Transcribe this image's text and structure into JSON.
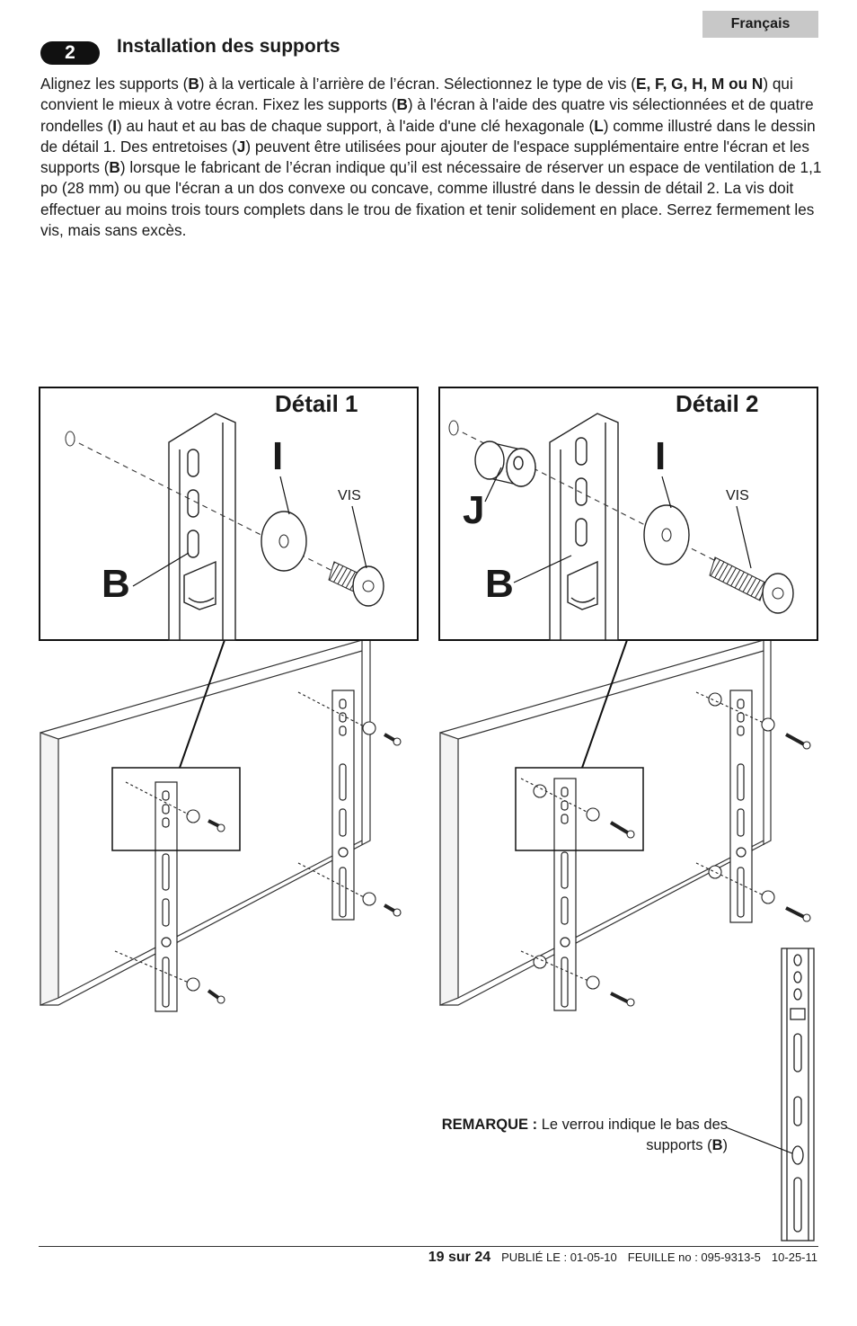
{
  "header": {
    "language": "Français",
    "step_number": "2",
    "section_title": "Installation des supports"
  },
  "body": {
    "p1": "Alignez les supports (",
    "b1": "B",
    "p2": ") à la verticale à l’arrière de l’écran. Sélectionnez le type de vis (",
    "b2": "E, F, G, H, M ou N",
    "p3": ") qui convient le mieux à votre écran.  Fixez les supports (",
    "b3": "B",
    "p4": ") à l'écran à l'aide des quatre vis sélectionnées et de quatre rondelles (",
    "b4": "I",
    "p5": ") au haut et au bas de chaque support, à l'aide d'une clé hexagonale (",
    "b5": "L",
    "p6": ") comme illustré dans le dessin de détail 1. Des entretoises (",
    "b6": "J",
    "p7": ") peuvent être utilisées pour ajouter de l'espace supplémentaire entre l'écran et les supports (",
    "b7": "B",
    "p8": ") lorsque le fabricant de l’écran indique qu’il est nécessaire de réserver un espace de ventilation de 1,1 po (28 mm) ou que l'écran a un dos convexe ou concave, comme illustré dans le dessin de détail 2.  La vis doit effectuer au moins trois tours complets dans le trou de fixation et tenir solidement en place. Serrez fermement les vis, mais sans excès."
  },
  "detail1": {
    "title": "Détail 1",
    "label_washer": "I",
    "label_bracket": "B",
    "label_screw": "VIS"
  },
  "detail2": {
    "title": "Détail 2",
    "label_washer": "I",
    "label_spacer": "J",
    "label_bracket": "B",
    "label_screw": "VIS"
  },
  "note": {
    "prefix": "REMARQUE :",
    "text1": " Le verrou indique le bas des supports (",
    "bold": "B",
    "text2": ")"
  },
  "footer": {
    "page": "19 sur 24",
    "published": "PUBLIÉ LE : 01-05-10",
    "sheet": "FEUILLE no : 095-9313-5",
    "revision": "10-25-11"
  }
}
